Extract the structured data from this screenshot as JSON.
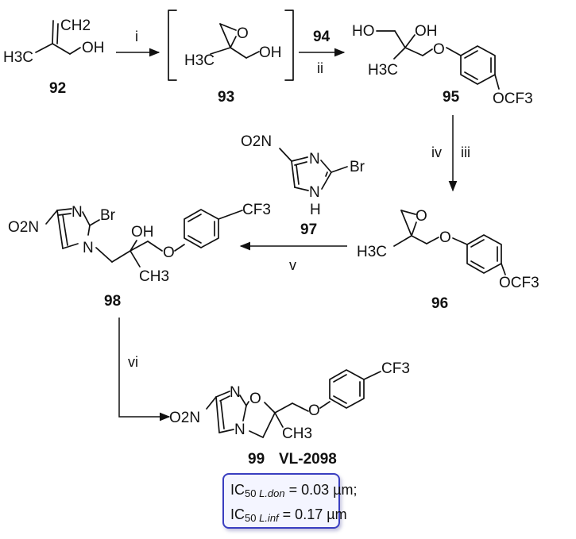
{
  "compounds": {
    "c92": {
      "number": "92",
      "labels": {
        "ch2": "CH2",
        "h3c": "H3C",
        "oh": "OH"
      }
    },
    "c93": {
      "number": "93",
      "labels": {
        "o": "O",
        "h3c": "H3C",
        "oh": "OH"
      }
    },
    "c95": {
      "number": "95",
      "labels": {
        "ho": "HO",
        "oh": "OH",
        "h3c": "H3C",
        "o": "O",
        "ocf3": "OCF3"
      }
    },
    "c96": {
      "number": "96",
      "labels": {
        "o_epox": "O",
        "h3c": "H3C",
        "o": "O",
        "ocf3": "OCF3"
      }
    },
    "c97": {
      "number": "97",
      "labels": {
        "o2n": "O2N",
        "n": "N",
        "br": "Br",
        "nh": "N",
        "h": "H"
      }
    },
    "c98": {
      "number": "98",
      "labels": {
        "o2n": "O2N",
        "n": "N",
        "br": "Br",
        "n1": "N",
        "oh": "OH",
        "ch3": "CH3",
        "o": "O",
        "cf3": "CF3"
      }
    },
    "c99": {
      "number": "99",
      "name": "VL-2098",
      "labels": {
        "o2n": "O2N",
        "n": "N",
        "o_ring": "O",
        "n1": "N",
        "ch3": "CH3",
        "o": "O",
        "cf3": "CF3"
      }
    }
  },
  "reagents": {
    "step_i": "i",
    "step_ii": "ii",
    "reagent_94": "94",
    "step_iv": "iv",
    "step_iii": "iii",
    "step_v": "v",
    "step_vi": "vi"
  },
  "activity": {
    "ic_prefix": "IC",
    "sub_50": "50",
    "line1_species": "L.don",
    "line1_value": " = 0.03 µm;",
    "line2_species": "L.inf",
    "line2_value": " = 0.17 µm"
  },
  "colors": {
    "box_border": "#3a3ec0",
    "box_fill": "#f4f5ff",
    "ink": "#111111"
  }
}
